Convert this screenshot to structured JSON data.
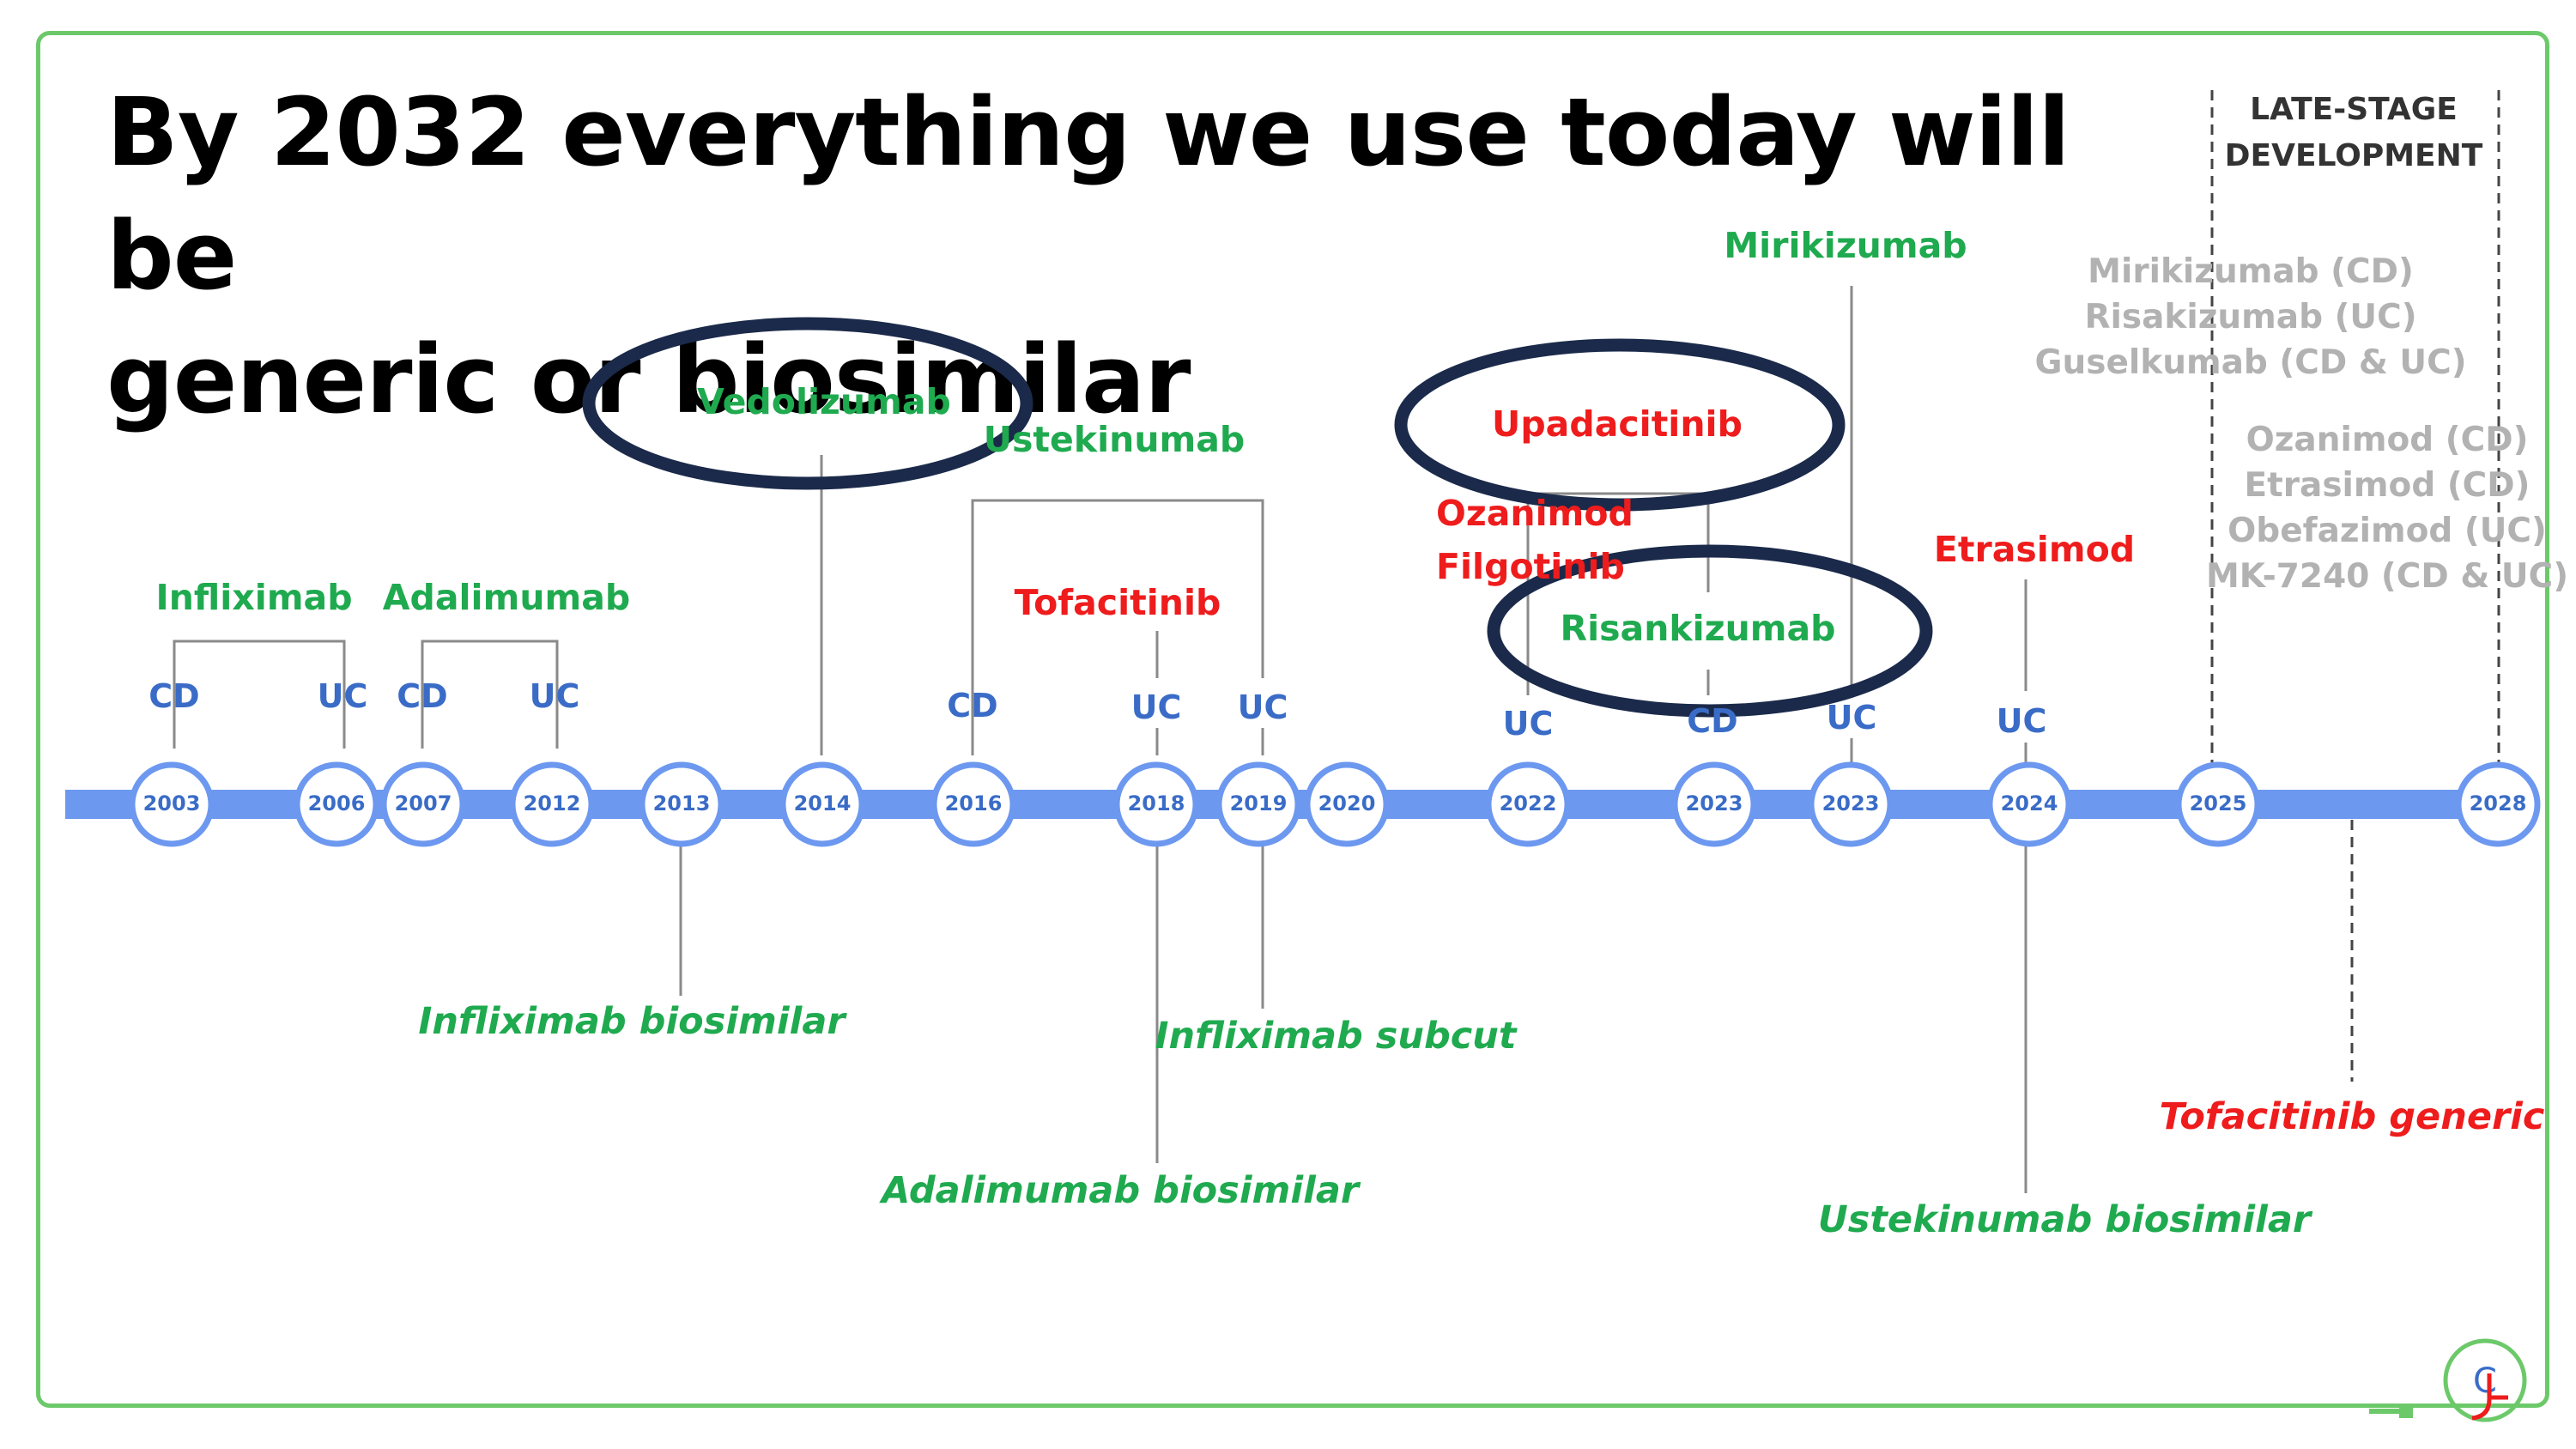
{
  "title": {
    "line1": "By 2032 everything we use today will be",
    "line2": "generic or biosimilar"
  },
  "late_stage": {
    "line1": "LATE-STAGE",
    "line2": "DEVELOPMENT"
  },
  "timeline": {
    "years": [
      "2003",
      "2006",
      "2007",
      "2012",
      "2013",
      "2014",
      "2016",
      "2018",
      "2019",
      "2020",
      "2022",
      "2023",
      "2023",
      "2024",
      "2025",
      "2028"
    ]
  },
  "approvals": {
    "infliximab": "Infliximab",
    "adalimumab": "Adalimumab",
    "vedolizumab": "Vedolizumab",
    "ustekinumab": "Ustekinumab",
    "tofacitinib": "Tofacitinib",
    "upadacitinib": "Upadacitinib",
    "ozanimod": "Ozanimod",
    "filgotinib": "Filgotinib",
    "risankizumab": "Risankizumab",
    "mirikizumab": "Mirikizumab",
    "etrasimod": "Etrasimod"
  },
  "indications": {
    "infliximab_cd": "CD",
    "infliximab_uc": "UC",
    "adalimumab_cd": "CD",
    "adalimumab_uc": "UC",
    "ustekinumab_cd": "CD",
    "tofacitinib_uc": "UC",
    "ustekinumab_uc": "UC",
    "ozanimod_uc": "UC",
    "risankizumab_cd": "CD",
    "mirikizumab_uc": "UC",
    "etrasimod_uc": "UC"
  },
  "generics": {
    "infliximab_biosimilar": "Infliximab biosimilar",
    "adalimumab_biosimilar": "Adalimumab biosimilar",
    "infliximab_subcut": "Infliximab subcut",
    "ustekinumab_biosimilar": "Ustekinumab biosimilar",
    "tofacitinib_generic": "Tofacitinib generic"
  },
  "pipeline": {
    "group1": [
      "Mirikizumab (CD)",
      "Risakizumab (UC)",
      "Guselkumab (CD & UC)"
    ],
    "group2": [
      "Ozanimod (CD)",
      "Etrasimod (CD)",
      "Obefazimod (UC)",
      "MK-7240 (CD & UC)"
    ]
  },
  "colors": {
    "frame": "#6cc96a",
    "timeline_bar": "#6d98f0",
    "approved_biologic": "#1faa4f",
    "small_molecule": "#ee1c1c",
    "indication": "#3a6cc7",
    "pipeline": "#b2b2b2",
    "highlight_ring": "#1b2a4a"
  },
  "icons": {
    "logo": "cl-logo-icon"
  }
}
